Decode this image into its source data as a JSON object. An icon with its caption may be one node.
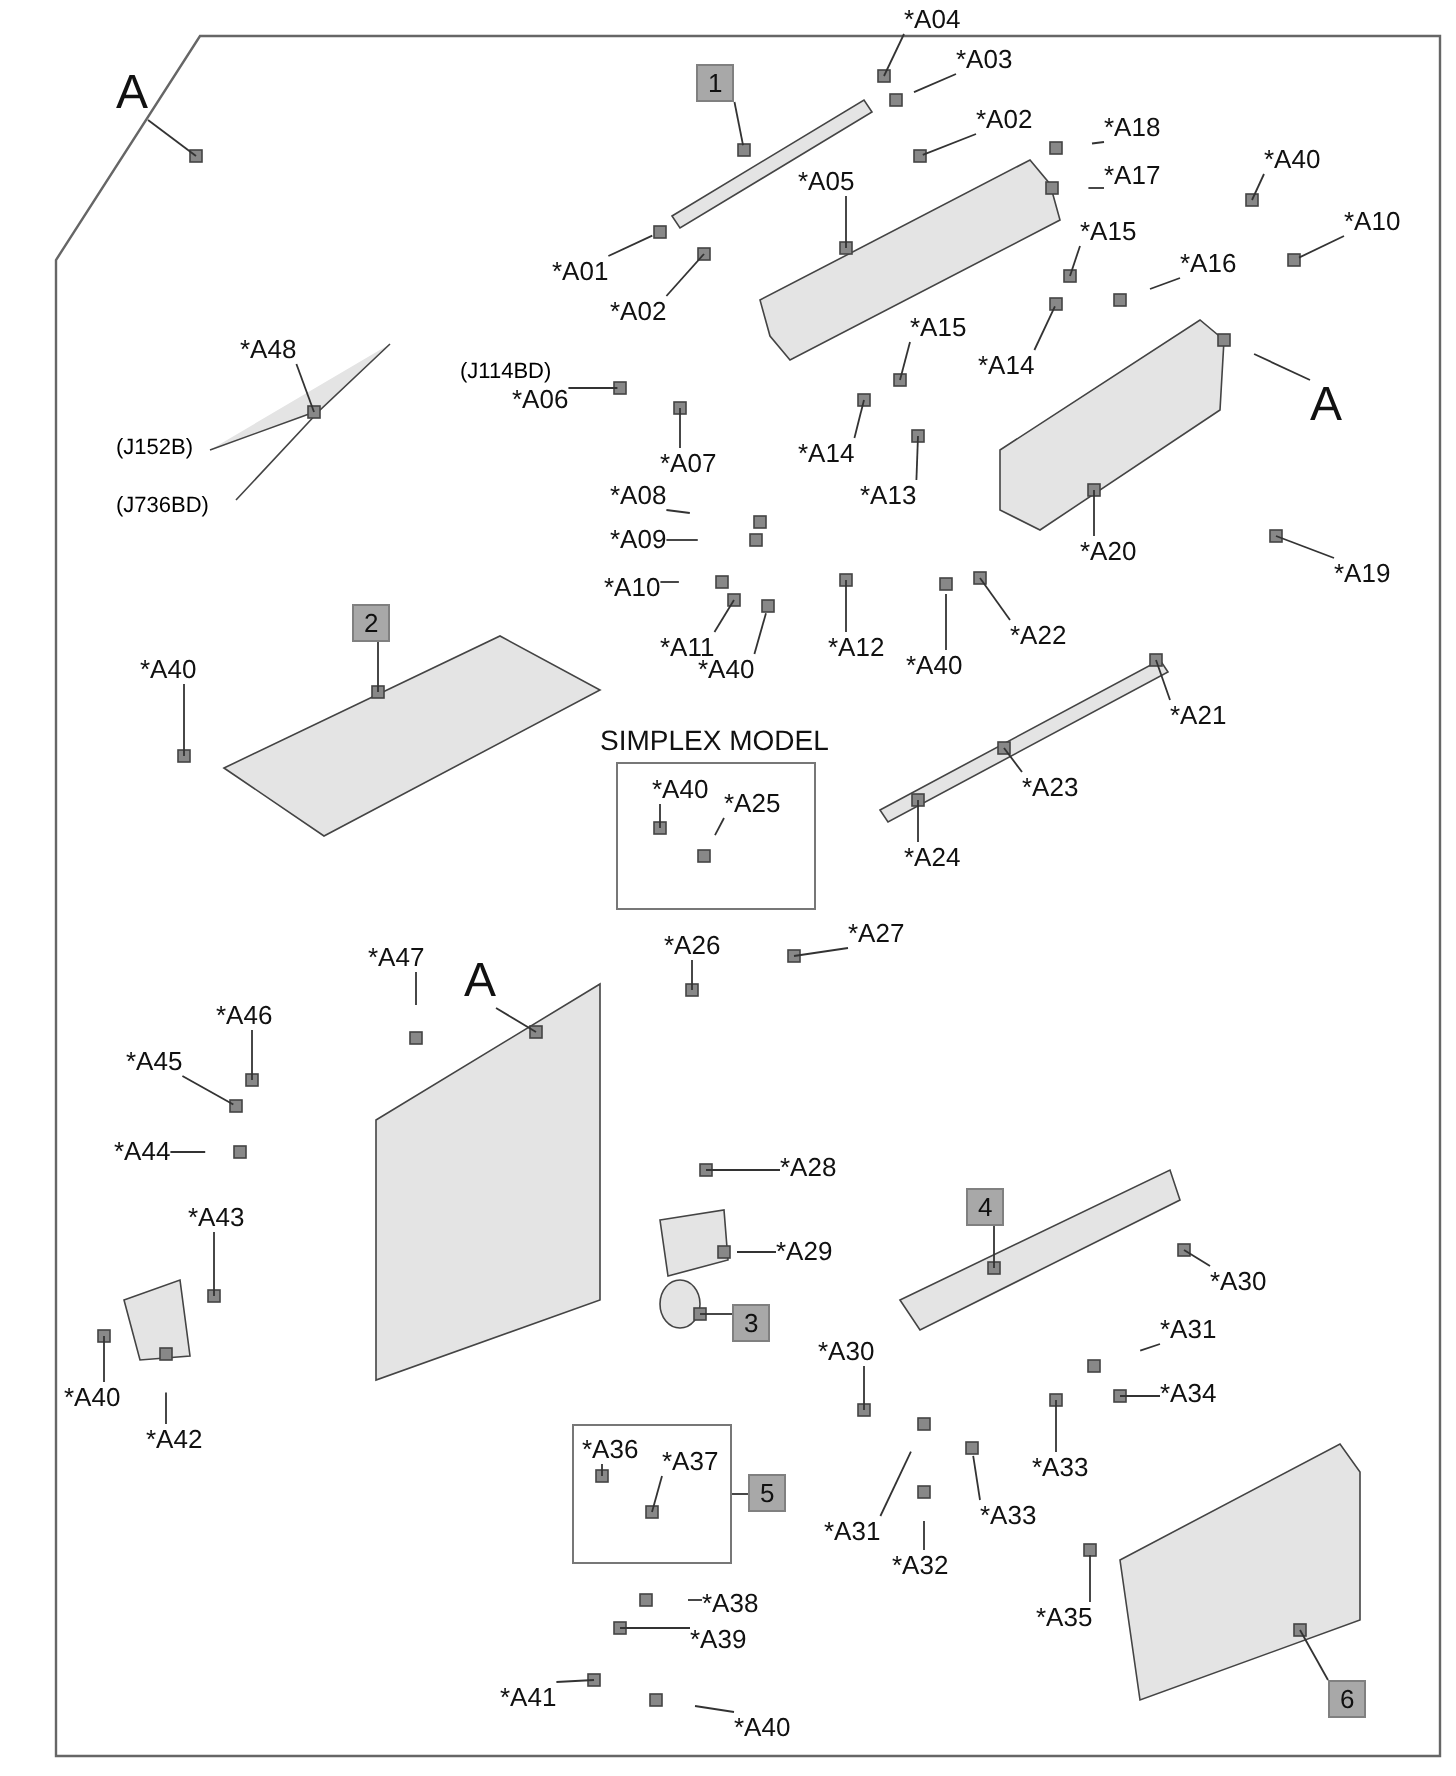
{
  "diagram": {
    "nodes": [
      {
        "text": [
          "A"
        ]
      },
      {
        "text": [
          "1"
        ]
      },
      {
        "text": [
          "*A04"
        ]
      },
      {
        "text": [
          "*A03"
        ]
      },
      {
        "text": [
          "*A02"
        ]
      },
      {
        "text": [
          "*A18"
        ]
      },
      {
        "text": [
          "*A17"
        ]
      },
      {
        "text": [
          "*A05"
        ]
      },
      {
        "text": [
          "*A40"
        ]
      },
      {
        "text": [
          "*A10"
        ]
      },
      {
        "text": [
          "*A01"
        ]
      },
      {
        "text": [
          "*A02"
        ]
      },
      {
        "text": [
          "*A15"
        ]
      },
      {
        "text": [
          "*A16"
        ]
      },
      {
        "text": [
          "*A48"
        ]
      },
      {
        "text": [
          "*A14"
        ]
      },
      {
        "text": [
          "*A15"
        ]
      },
      {
        "text": [
          "*A06"
        ]
      },
      {
        "text": [
          "*A07"
        ]
      },
      {
        "text": [
          "*A14"
        ]
      },
      {
        "text": [
          "A"
        ]
      },
      {
        "text": [
          "*A13"
        ]
      },
      {
        "text": [
          "*A08"
        ]
      },
      {
        "text": [
          "*A09"
        ]
      },
      {
        "text": [
          "*A20"
        ]
      },
      {
        "text": [
          "*A10"
        ]
      },
      {
        "text": [
          "*A19"
        ]
      },
      {
        "text": [
          "*A11"
        ]
      },
      {
        "text": [
          "*A40"
        ]
      },
      {
        "text": [
          "*A12"
        ]
      },
      {
        "text": [
          "*A40"
        ]
      },
      {
        "text": [
          "*A22"
        ]
      },
      {
        "text": [
          "2"
        ]
      },
      {
        "text": [
          "*A40"
        ]
      },
      {
        "text": [
          "*A21"
        ]
      },
      {
        "text": [
          "SIMPLEX MODEL"
        ]
      },
      {
        "text": [
          "*A40"
        ],
        "in": 35
      },
      {
        "text": [
          "*A25"
        ],
        "in": 35
      },
      {
        "text": [
          "*A23"
        ]
      },
      {
        "text": [
          "*A24"
        ]
      },
      {
        "text": [
          "*A27"
        ]
      },
      {
        "text": [
          "*A26"
        ]
      },
      {
        "text": [
          "*A47"
        ]
      },
      {
        "text": [
          "A"
        ]
      },
      {
        "text": [
          "*A46"
        ]
      },
      {
        "text": [
          "*A45"
        ]
      },
      {
        "text": [
          "*A44"
        ]
      },
      {
        "text": [
          "*A28"
        ]
      },
      {
        "text": [
          "4"
        ]
      },
      {
        "text": [
          "*A43"
        ]
      },
      {
        "text": [
          "*A29"
        ]
      },
      {
        "text": [
          "*A30"
        ]
      },
      {
        "text": [
          "3"
        ]
      },
      {
        "text": [
          "*A31"
        ]
      },
      {
        "text": [
          "*A30"
        ]
      },
      {
        "text": [
          "*A34"
        ]
      },
      {
        "text": [
          "*A40"
        ]
      },
      {
        "text": [
          "*A42"
        ]
      },
      {
        "text": [],
        "shape": "box"
      },
      {
        "text": [
          "*A36"
        ],
        "in": 58
      },
      {
        "text": [
          "*A37"
        ],
        "in": 58
      },
      {
        "text": [
          "*A33"
        ]
      },
      {
        "text": [
          "5"
        ]
      },
      {
        "text": [
          "*A33"
        ]
      },
      {
        "text": [
          "*A31"
        ]
      },
      {
        "text": [
          "*A32"
        ]
      },
      {
        "text": [
          "*A38"
        ]
      },
      {
        "text": [
          "*A35"
        ]
      },
      {
        "text": [
          "*A39"
        ]
      },
      {
        "text": [
          "*A41"
        ]
      },
      {
        "text": [
          "6"
        ]
      },
      {
        "text": [
          "*A40"
        ]
      }
    ],
    "edges": [
      {
        "from": 0,
        "to": null,
        "arrow": "none"
      },
      {
        "from": 1,
        "to": null,
        "arrow": "none"
      },
      {
        "from": 2,
        "to": null,
        "arrow": "none"
      },
      {
        "from": 3,
        "to": null,
        "arrow": "none"
      },
      {
        "from": 4,
        "to": null,
        "arrow": "none"
      },
      {
        "from": 5,
        "to": null,
        "arrow": "none"
      },
      {
        "from": 6,
        "to": null,
        "arrow": "none"
      },
      {
        "from": 7,
        "to": null,
        "arrow": "none"
      },
      {
        "from": 8,
        "to": null,
        "arrow": "none"
      },
      {
        "from": 9,
        "to": null,
        "arrow": "none"
      },
      {
        "from": 10,
        "to": null,
        "arrow": "none"
      },
      {
        "from": 11,
        "to": null,
        "arrow": "none"
      },
      {
        "from": 12,
        "to": null,
        "arrow": "none"
      },
      {
        "from": 13,
        "to": null,
        "arrow": "none"
      },
      {
        "from": 14,
        "to": null,
        "arrow": "none"
      },
      {
        "from": 15,
        "to": null,
        "arrow": "none"
      },
      {
        "from": 16,
        "to": null,
        "arrow": "none"
      },
      {
        "from": 17,
        "to": null,
        "arrow": "none"
      },
      {
        "from": 18,
        "to": null,
        "arrow": "none"
      },
      {
        "from": 19,
        "to": null,
        "arrow": "none"
      },
      {
        "from": 20,
        "to": null,
        "arrow": "none"
      },
      {
        "from": 21,
        "to": null,
        "arrow": "none"
      },
      {
        "from": 22,
        "to": null,
        "arrow": "none"
      },
      {
        "from": 23,
        "to": null,
        "arrow": "none"
      },
      {
        "from": 24,
        "to": null,
        "arrow": "none"
      },
      {
        "from": 25,
        "to": null,
        "arrow": "none"
      },
      {
        "from": 26,
        "to": null,
        "arrow": "none"
      },
      {
        "from": 27,
        "to": null,
        "arrow": "none"
      },
      {
        "from": 28,
        "to": null,
        "arrow": "none"
      },
      {
        "from": 29,
        "to": null,
        "arrow": "none"
      },
      {
        "from": 30,
        "to": null,
        "arrow": "none"
      },
      {
        "from": 31,
        "to": null,
        "arrow": "none"
      },
      {
        "from": 32,
        "to": null,
        "arrow": "none"
      },
      {
        "from": 33,
        "to": null,
        "arrow": "none"
      },
      {
        "from": 34,
        "to": null,
        "arrow": "none"
      },
      {
        "from": 36,
        "to": null,
        "arrow": "none"
      },
      {
        "from": 37,
        "to": null,
        "arrow": "none"
      },
      {
        "from": 38,
        "to": null,
        "arrow": "none"
      },
      {
        "from": 39,
        "to": null,
        "arrow": "none"
      },
      {
        "from": 40,
        "to": null,
        "arrow": "none"
      },
      {
        "from": 41,
        "to": null,
        "arrow": "none"
      },
      {
        "from": 42,
        "to": null,
        "arrow": "none"
      },
      {
        "from": 43,
        "to": null,
        "arrow": "none"
      },
      {
        "from": 44,
        "to": null,
        "arrow": "none"
      },
      {
        "from": 45,
        "to": null,
        "arrow": "none"
      },
      {
        "from": 46,
        "to": null,
        "arrow": "none"
      },
      {
        "from": 47,
        "to": null,
        "arrow": "none"
      },
      {
        "from": 48,
        "to": null,
        "arrow": "none"
      },
      {
        "from": 49,
        "to": null,
        "arrow": "none"
      },
      {
        "from": 50,
        "to": null,
        "arrow": "none"
      },
      {
        "from": 51,
        "to": null,
        "arrow": "none"
      },
      {
        "from": 52,
        "to": null,
        "arrow": "none"
      },
      {
        "from": 53,
        "to": null,
        "arrow": "none"
      },
      {
        "from": 54,
        "to": null,
        "arrow": "none"
      },
      {
        "from": 55,
        "to": null,
        "arrow": "none"
      },
      {
        "from": 56,
        "to": null,
        "arrow": "none"
      },
      {
        "from": 57,
        "to": null,
        "arrow": "none"
      },
      {
        "from": 59,
        "to": null,
        "arrow": "none"
      },
      {
        "from": 60,
        "to": null,
        "arrow": "none"
      },
      {
        "from": 61,
        "to": null,
        "arrow": "none"
      },
      {
        "from": 62,
        "to": 58,
        "arrow": "none"
      },
      {
        "from": 63,
        "to": null,
        "arrow": "none"
      },
      {
        "from": 64,
        "to": null,
        "arrow": "none"
      },
      {
        "from": 65,
        "to": null,
        "arrow": "none"
      },
      {
        "from": 66,
        "to": null,
        "arrow": "none"
      },
      {
        "from": 67,
        "to": null,
        "arrow": "none"
      },
      {
        "from": 68,
        "to": null,
        "arrow": "none"
      },
      {
        "from": 69,
        "to": null,
        "arrow": "none"
      },
      {
        "from": 70,
        "to": null,
        "arrow": "none"
      },
      {
        "from": 71,
        "to": null,
        "arrow": "none"
      }
    ],
    "labels": [
      "(J114BD)",
      "(J152B)",
      "(J736BD)"
    ]
  }
}
